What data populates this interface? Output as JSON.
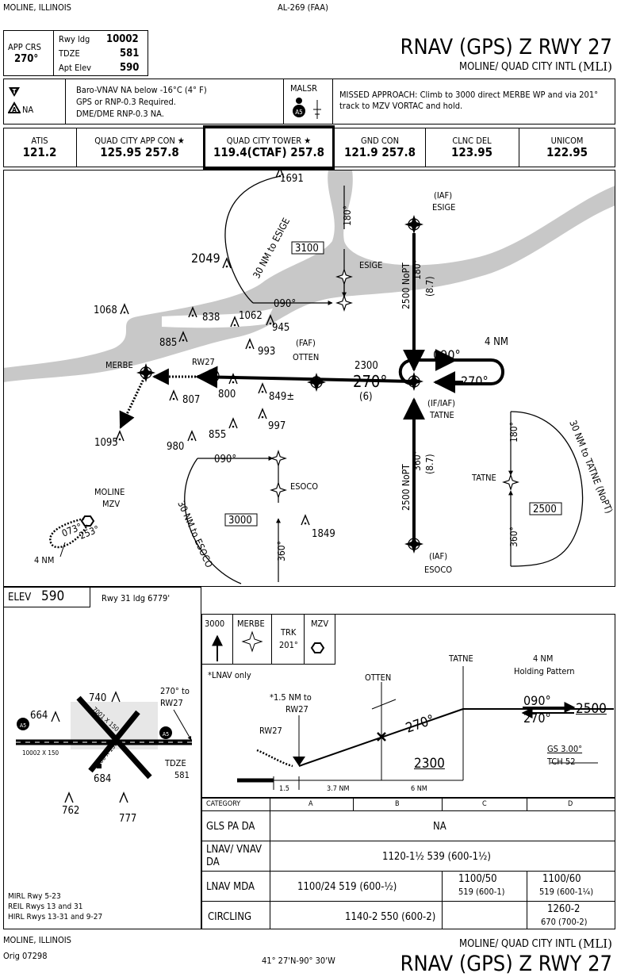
{
  "header": {
    "city_top": "MOLINE, ILLINOIS",
    "procedure_id": "AL-269 (FAA)",
    "title": "RNAV (GPS) Z RWY 27",
    "airport": "MOLINE/ QUAD CITY INTL",
    "airport_code": "(MLI)",
    "app_crs_label": "APP CRS",
    "app_crs_value": "270°",
    "rwy_ldg_label": "Rwy ldg",
    "rwy_ldg_value": "10002",
    "tdze_label": "TDZE",
    "tdze_value": "581",
    "apt_elev_label": "Apt Elev",
    "apt_elev_value": "590"
  },
  "notes": {
    "na_label": "NA",
    "line1": "Baro-VNAV NA below -16°C (4° F)",
    "line2": "GPS or RNP-0.3 Required.",
    "line3": "DME/DME RNP-0.3 NA.",
    "malsr": "MALSR",
    "missed_approach": "MISSED APPROACH: Climb to 3000 direct MERBE WP and via 201° track to MZV VORTAC and hold."
  },
  "comms": [
    {
      "label": "ATIS",
      "freq": "121.2"
    },
    {
      "label": "QUAD CITY APP CON ★",
      "freq": "125.95  257.8"
    },
    {
      "label": "QUAD CITY TOWER ★",
      "freq": "119.4(CTAF)  257.8"
    },
    {
      "label": "GND CON",
      "freq": "121.9  257.8"
    },
    {
      "label": "CLNC DEL",
      "freq": "123.95"
    },
    {
      "label": "UNICOM",
      "freq": "122.95"
    }
  ],
  "plan": {
    "fixes": {
      "esige": "ESIGE",
      "iaf_top": "(IAF)",
      "otten": "OTTEN",
      "faf": "(FAF)",
      "merbe": "MERBE",
      "rw27": "RW27",
      "tatne": "TATNE",
      "if_iaf": "(IF/IAF)",
      "esoco": "ESOCO",
      "iaf_bottom": "(IAF)",
      "moline": "MOLINE",
      "mzv": "MZV"
    },
    "labels": {
      "arc_esige": "30 NM to ESIGE",
      "arc_esoco": "30 NM to ESOCO",
      "arc_tatne": "30 NM to TATNE (NoPT)",
      "north_nopt": "2500 NoPT",
      "north_crs": "180°",
      "north_dist": "(8.7)",
      "south_nopt": "2500 NoPT",
      "south_crs": "360°",
      "south_dist": "(8.7)",
      "final_alt": "2300",
      "final_crs": "270°",
      "final_dist": "(6)",
      "hold_out": "090°",
      "hold_in": "270°",
      "hold_len": "4 NM",
      "esige_in": "180°",
      "esige_out": "090°",
      "esoco_in": "360°",
      "esoco_out": "090°",
      "tatne_in": "180°",
      "tatne_out": "360°",
      "msa_esige": "3100",
      "msa_esoco": "3000",
      "msa_tatne": "2500",
      "mzv_out": "073°",
      "mzv_in": "253°",
      "mzv_len": "4 NM"
    },
    "obstacles": [
      "1691",
      "2049",
      "1068",
      "838",
      "1062",
      "945",
      "885",
      "993",
      "807",
      "800",
      "849±",
      "997",
      "1095",
      "980",
      "855",
      "1849"
    ]
  },
  "airport_sketch": {
    "elev_label": "ELEV",
    "elev_value": "590",
    "rwy_ldg": "Rwy 31 ldg 6779'",
    "rwy_dims1": "10002 X 150",
    "rwy_dims2": "7001 X 150",
    "rwy_dims3": "4000 X 150",
    "to_rw27": "270° to",
    "to_rw27b": "RW27",
    "tdze_label": "TDZE",
    "tdze_value": "581",
    "obs": [
      "664",
      "740",
      "684",
      "762",
      "777"
    ],
    "lights1": "MIRL Rwy 5-23",
    "lights2": "REIL Rwys 13 and 31",
    "lights3": "HIRL Rwys 13-31 and 9-27"
  },
  "profile": {
    "ma_alt": "3000",
    "ma_fix": "MERBE",
    "ma_trk_label": "TRK",
    "ma_trk": "201°",
    "ma_nav": "MZV",
    "lnav_only": "*LNAV only",
    "note_15": "*1.5 NM to",
    "note_15b": "RW27",
    "rw27": "RW27",
    "otten": "OTTEN",
    "tatne": "TATNE",
    "hold_len": "4 NM",
    "hold_pat": "Holding Pattern",
    "out": "090°",
    "in": "270°",
    "alt_hold": "2500",
    "crs": "270°",
    "alt_faf": "2300",
    "gs": "GS 3.00°",
    "tch": "TCH 52",
    "d1": "1.5",
    "d2": "3.7 NM",
    "d3": "6 NM"
  },
  "minimums": {
    "headers": [
      "CATEGORY",
      "A",
      "B",
      "C",
      "D"
    ],
    "rows": [
      {
        "label": "GLS PA  DA",
        "cells": [
          "NA"
        ]
      },
      {
        "label": "LNAV/ VNAV  DA",
        "cells": [
          "1120-1½  539 (600-1½)"
        ]
      },
      {
        "label": "LNAV  MDA",
        "cells": [
          "1100/24  519 (600-½)",
          "1100/50",
          "519 (600-1)",
          "1100/60",
          "519 (600-1¼)"
        ]
      },
      {
        "label": "CIRCLING",
        "cells": [
          "1140-2  550 (600-2)",
          "1260-2",
          "670 (700-2)"
        ]
      }
    ]
  },
  "footer": {
    "city": "MOLINE, ILLINOIS",
    "orig": "Orig 07298",
    "coords": "41° 27'N-90° 30'W",
    "airport": "MOLINE/ QUAD CITY INTL",
    "airport_code": "(MLI)",
    "title": "RNAV (GPS) Z RWY 27"
  }
}
